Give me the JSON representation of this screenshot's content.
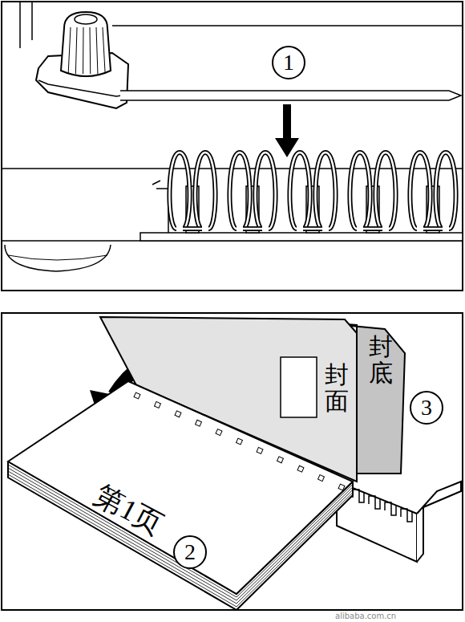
{
  "diagram": {
    "nodes": [
      {
        "text": [
          "1"
        ]
      },
      {
        "text": [
          "封面"
        ]
      },
      {
        "text": [
          "封底"
        ]
      },
      {
        "text": [
          "第1页"
        ]
      },
      {
        "text": [
          "2"
        ]
      },
      {
        "text": [
          "3"
        ]
      }
    ],
    "labels": [
      "alibaba.com.cn"
    ]
  }
}
